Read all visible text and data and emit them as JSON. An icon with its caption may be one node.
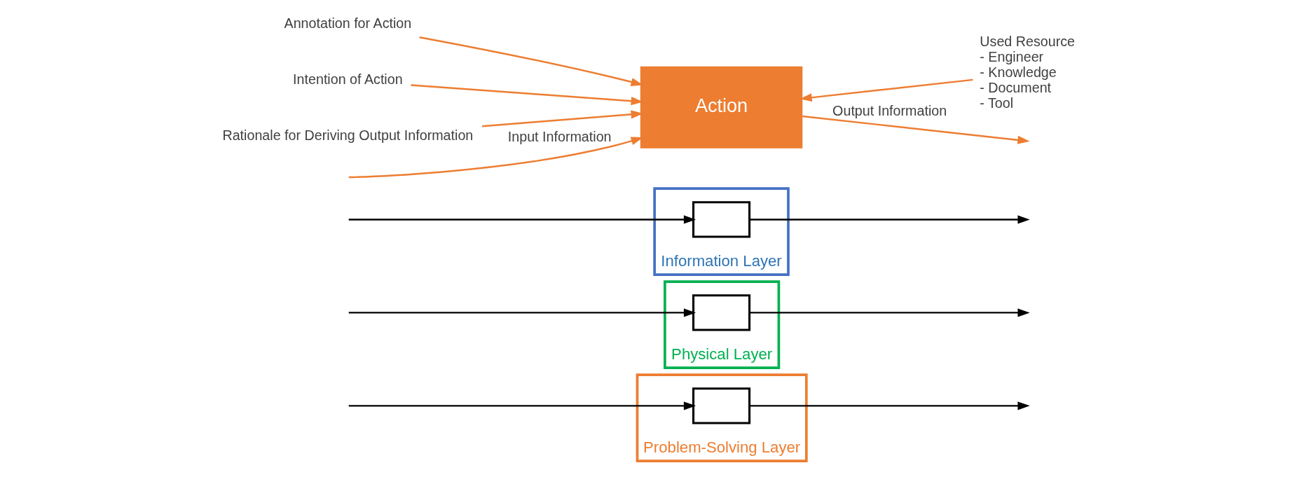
{
  "diagram": {
    "nodes": [
      {
        "text": [
          "Problem-Solving Layer"
        ]
      },
      {
        "text": [],
        "shape": "box",
        "in": 0
      },
      {
        "text": [
          "Physical Layer"
        ]
      },
      {
        "text": [],
        "shape": "box",
        "in": 2
      },
      {
        "text": [
          "Information Layer"
        ]
      },
      {
        "text": [],
        "shape": "box",
        "in": 4
      },
      {
        "text": [
          "Action"
        ]
      },
      {
        "text": [
          "Annotation for Action"
        ]
      },
      {
        "text": [
          "Intention of Action"
        ]
      },
      {
        "text": [
          "Rationale for Deriving Output Information"
        ]
      },
      {
        "text": [
          "Used Resource",
          "- Engineer",
          "- Knowledge",
          "- Document",
          "- Tool"
        ]
      }
    ],
    "edges": [
      {
        "from": null,
        "to": 1,
        "arrow": "to"
      },
      {
        "from": 1,
        "to": null,
        "arrow": "to"
      },
      {
        "from": null,
        "to": 3,
        "arrow": "to"
      },
      {
        "from": 3,
        "to": null,
        "arrow": "to"
      },
      {
        "from": null,
        "to": 5,
        "arrow": "to"
      },
      {
        "from": 5,
        "to": null,
        "arrow": "to"
      },
      {
        "from": 7,
        "to": 6,
        "arrow": "to",
        "color": "#ed7d31"
      },
      {
        "from": 8,
        "to": 6,
        "arrow": "to",
        "color": "#ed7d31"
      },
      {
        "from": 9,
        "to": 6,
        "arrow": "to",
        "color": "#ed7d31"
      },
      {
        "from": null,
        "to": 6,
        "arrow": "to",
        "label": "Input Information",
        "color": "#ed7d31"
      },
      {
        "from": 6,
        "to": null,
        "arrow": "to",
        "label": "Output Information",
        "color": "#ed7d31"
      },
      {
        "from": 10,
        "to": 6,
        "arrow": "to",
        "color": "#ed7d31"
      }
    ]
  }
}
